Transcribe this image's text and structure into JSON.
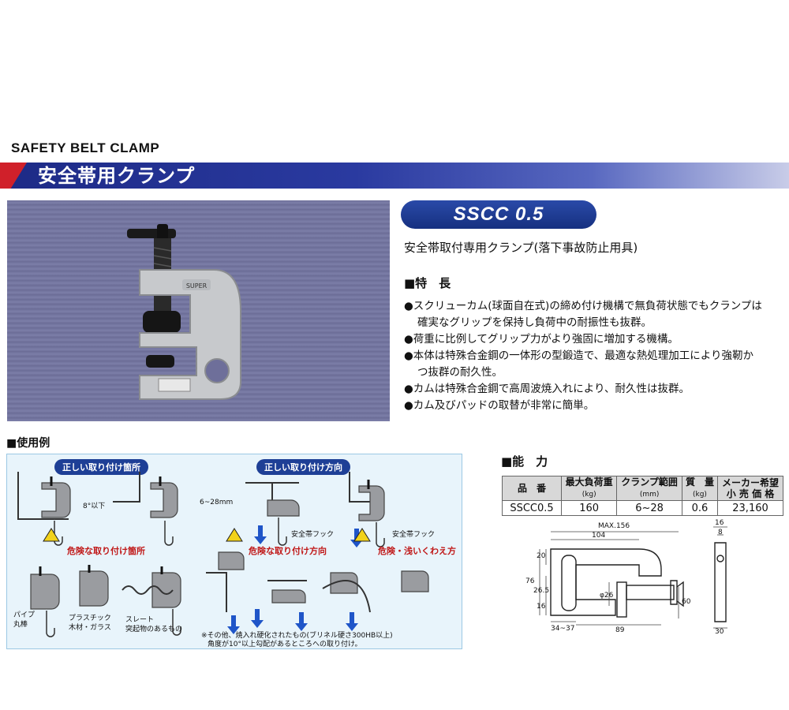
{
  "header": {
    "english_title": "SAFETY  BELT CLAMP",
    "japanese_title": "安全帯用クランプ"
  },
  "product": {
    "model": "SSCC 0.5",
    "subtitle": "安全帯取付専用クランプ(落下事故防止用具)",
    "photo_label": "SUPER"
  },
  "features": {
    "heading": "■特　長",
    "items": [
      "●スクリューカム(球面自在式)の締め付け機構で無負荷状態でもクランプは",
      "確実なグリップを保持し負荷中の耐振性も抜群。",
      "●荷重に比例してグリップ力がより強固に増加する機構。",
      "●本体は特殊合金鋼の一体形の型鍛造で、最適な熱処理加工により強靭か",
      "つ抜群の耐久性。",
      "●カムは特殊合金鋼で高周波焼入れにより、耐久性は抜群。",
      "●カム及びパッドの取替が非常に簡単。"
    ]
  },
  "usage": {
    "heading": "■使用例",
    "correct_location": "正しい取り付け箇所",
    "correct_direction": "正しい取り付け方向",
    "angle_note": "8°以下",
    "thickness_note": "6~28mm",
    "hook_label_1": "安全帯フック",
    "hook_label_2": "安全帯フック",
    "danger_location": "危険な取り付け箇所",
    "danger_direction": "危険な取り付け方向",
    "danger_shallow": "危険・浅いくわえ方",
    "pipe": "パイプ",
    "round_bar": "丸棒",
    "plastic": "プラスチック",
    "wood_glass": "木材・ガラス",
    "slate": "スレート",
    "protrusion": "突起物のあるもの",
    "note_line1": "※その他、焼入れ硬化されたもの(ブリネル硬さ300HB以上)",
    "note_line2": "角度が10°以上勾配があるところへの取り付け。"
  },
  "capacity": {
    "heading": "■能　力",
    "columns": [
      {
        "label": "品　番",
        "unit": ""
      },
      {
        "label": "最大負荷重",
        "unit": "(kg)"
      },
      {
        "label": "クランプ範囲",
        "unit": "(mm)"
      },
      {
        "label": "質　量",
        "unit": "(kg)"
      },
      {
        "label": "メーカー希望",
        "unit": "小 売 価 格"
      }
    ],
    "rows": [
      [
        "SSCC0.5",
        "160",
        "6~28",
        "0.6",
        "23,160"
      ]
    ]
  },
  "drawing": {
    "max_length": "MAX.156",
    "width_104": "104",
    "dim_20": "20",
    "dim_76": "76",
    "dim_26_5": "26.5",
    "dim_16_left": "16",
    "dim_phi26": "φ26",
    "dim_60": "60",
    "dim_34_37": "34~37",
    "dim_89": "89",
    "dim_16_top": "16",
    "dim_8": "8",
    "dim_30": "30"
  },
  "colors": {
    "banner_blue": "#1d2a86",
    "banner_red": "#d0202a",
    "pill_blue": "#1e3f96",
    "warning_red": "#c01818",
    "arrow_blue": "#1f55c8"
  }
}
